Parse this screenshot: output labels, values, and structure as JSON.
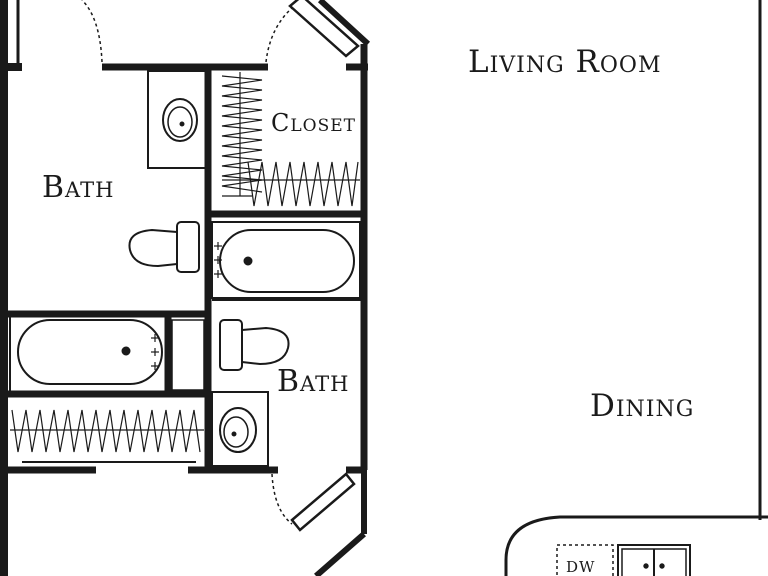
{
  "rooms": {
    "living_room": "Living Room",
    "dining": "Dining",
    "bath_upper": "Bath",
    "bath_lower": "Bath",
    "closet": "Closet"
  },
  "appliances": {
    "dishwasher": "DW"
  },
  "colors": {
    "wall": "#1a1a1a",
    "fixture_line": "#1a1a1a",
    "background": "#ffffff"
  }
}
